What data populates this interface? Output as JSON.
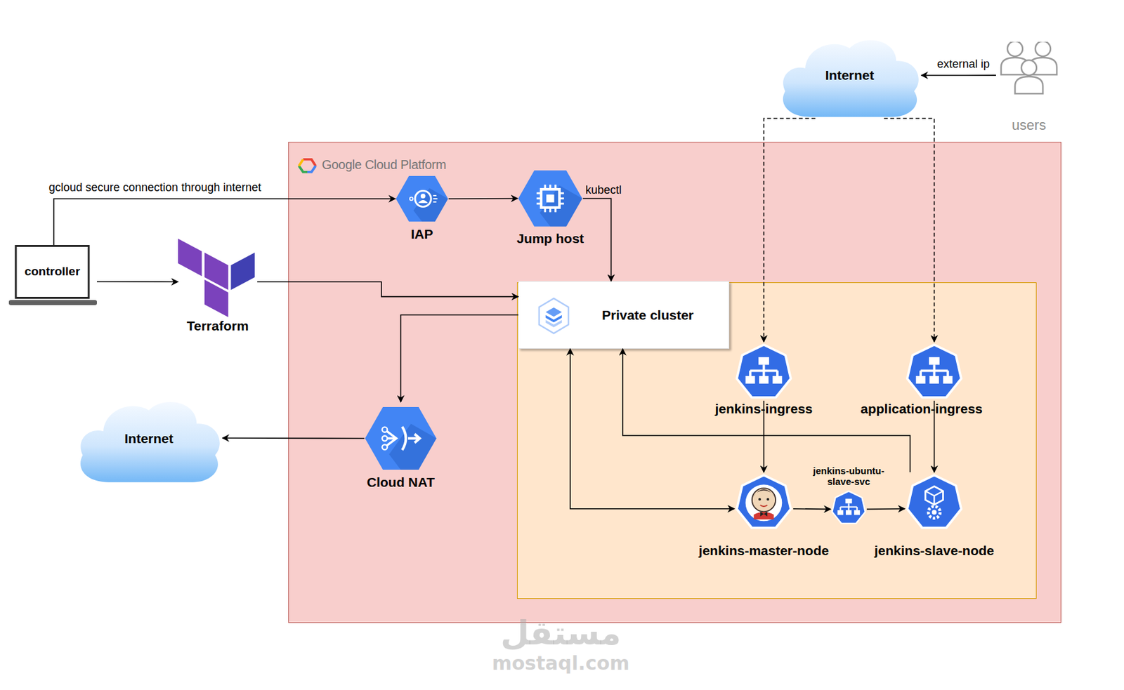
{
  "diagram": {
    "nodes": [
      {
        "text": [
          "Internet"
        ]
      },
      {
        "text": [
          "users"
        ]
      },
      {
        "text": [
          "Google Cloud Platform"
        ]
      },
      {
        "text": [
          "controller"
        ]
      },
      {
        "text": [
          "Terraform"
        ]
      },
      {
        "text": [
          "IAP"
        ],
        "in": 2
      },
      {
        "text": [
          "Jump host"
        ],
        "in": 2
      },
      {
        "text": [
          "Private cluster"
        ],
        "in": 2
      },
      {
        "text": [
          "Cloud NAT"
        ],
        "in": 2
      },
      {
        "text": [
          "Internet"
        ]
      },
      {
        "text": [
          "jenkins-ingress"
        ],
        "in": 2
      },
      {
        "text": [
          "application-ingress"
        ],
        "in": 2
      },
      {
        "text": [
          "jenkins-master-node"
        ],
        "in": 2
      },
      {
        "text": [
          "jenkins-ubuntu- slave-svc"
        ],
        "in": 2
      },
      {
        "text": [
          "jenkins-slave-node"
        ],
        "in": 2
      }
    ],
    "edges": [
      {
        "from": 1,
        "to": 0,
        "arrow": "to",
        "label": "external ip"
      },
      {
        "from": 3,
        "to": 5,
        "arrow": "to",
        "label": "gcloud secure connection through internet"
      },
      {
        "from": 3,
        "to": 4,
        "arrow": "to"
      },
      {
        "from": 4,
        "to": 7,
        "arrow": "to"
      },
      {
        "from": 5,
        "to": 6,
        "arrow": "to"
      },
      {
        "from": 6,
        "to": 7,
        "arrow": "to",
        "label": "kubectl"
      },
      {
        "from": 7,
        "to": 8,
        "arrow": "to"
      },
      {
        "from": 8,
        "to": 9,
        "arrow": "to"
      },
      {
        "from": 0,
        "to": 10,
        "arrow": "to"
      },
      {
        "from": 0,
        "to": 11,
        "arrow": "to"
      },
      {
        "from": 10,
        "to": 12,
        "arrow": "to"
      },
      {
        "from": 11,
        "to": 14,
        "arrow": "to"
      },
      {
        "from": 12,
        "to": 7,
        "arrow": "both"
      },
      {
        "from": 14,
        "to": 7,
        "arrow": "to"
      },
      {
        "from": 12,
        "to": 13,
        "arrow": "to"
      },
      {
        "from": 13,
        "to": 14,
        "arrow": "to"
      }
    ],
    "labels": [
      "مستقل",
      "mostaql.com"
    ]
  }
}
